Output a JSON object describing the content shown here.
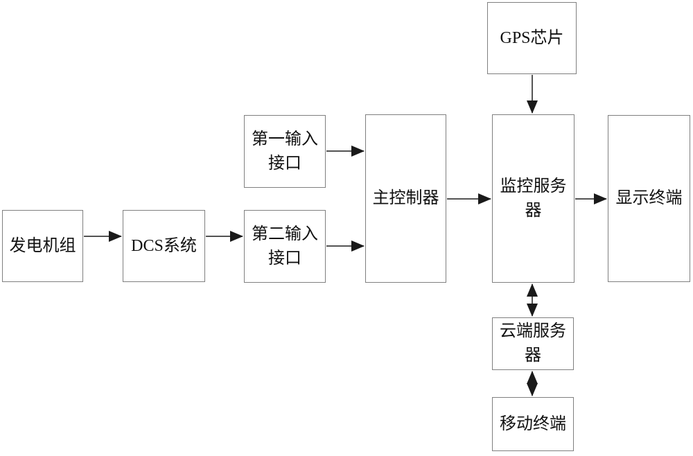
{
  "diagram": {
    "background_color": "#ffffff",
    "box_border_color": "#7f7f7f",
    "line_color": "#1a1a1a",
    "text_color": "#111111",
    "blocks": [
      {
        "id": "generator-set",
        "label": "发电机组"
      },
      {
        "id": "dcs-system",
        "label": "DCS系统"
      },
      {
        "id": "first-input-interface",
        "label": "第一输入接口"
      },
      {
        "id": "second-input-interface",
        "label": "第二输入接口"
      },
      {
        "id": "main-controller",
        "label": "主控制器"
      },
      {
        "id": "gps-chip",
        "label": "GPS芯片"
      },
      {
        "id": "monitoring-server",
        "label": "监控服务器"
      },
      {
        "id": "display-terminal",
        "label": "显示终端"
      },
      {
        "id": "cloud-server",
        "label": "云端服务器"
      },
      {
        "id": "mobile-terminal",
        "label": "移动终端"
      }
    ],
    "connections": [
      {
        "from": "generator-set",
        "to": "dcs-system",
        "type": "arrow"
      },
      {
        "from": "dcs-system",
        "to": "second-input-interface",
        "type": "arrow"
      },
      {
        "from": "first-input-interface",
        "to": "main-controller",
        "type": "arrow"
      },
      {
        "from": "second-input-interface",
        "to": "main-controller",
        "type": "arrow"
      },
      {
        "from": "main-controller",
        "to": "monitoring-server",
        "type": "arrow"
      },
      {
        "from": "gps-chip",
        "to": "monitoring-server",
        "type": "arrow"
      },
      {
        "from": "monitoring-server",
        "to": "display-terminal",
        "type": "arrow"
      },
      {
        "from": "monitoring-server",
        "to": "cloud-server",
        "type": "double-arrow"
      },
      {
        "from": "cloud-server",
        "to": "mobile-terminal",
        "type": "double-arrow"
      }
    ]
  }
}
